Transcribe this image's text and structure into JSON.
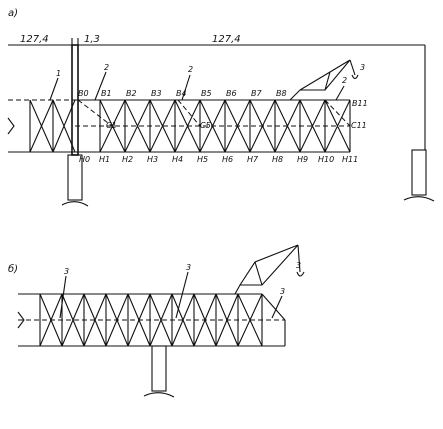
{
  "panel_a": {
    "letter": "а)",
    "dim_left": "127,4",
    "dim_mid": "1,3",
    "dim_right": "127,4",
    "callouts": [
      "1",
      "2",
      "2",
      "2",
      "3"
    ],
    "top_nodes": [
      "В0",
      "В1",
      "В2",
      "В3",
      "В4",
      "В5",
      "В6",
      "В7",
      "В8",
      "В11"
    ],
    "bottom_nodes": [
      "Н0",
      "Н1",
      "Н2",
      "Н3",
      "Н4",
      "Н5",
      "Н6",
      "Н7",
      "Н8",
      "Н9",
      "Н10",
      "Н11"
    ],
    "mid_nodes": [
      "С1",
      "С5",
      "С11"
    ]
  },
  "panel_b": {
    "letter": "б)",
    "callouts": [
      "3",
      "3",
      "3",
      "3"
    ]
  }
}
